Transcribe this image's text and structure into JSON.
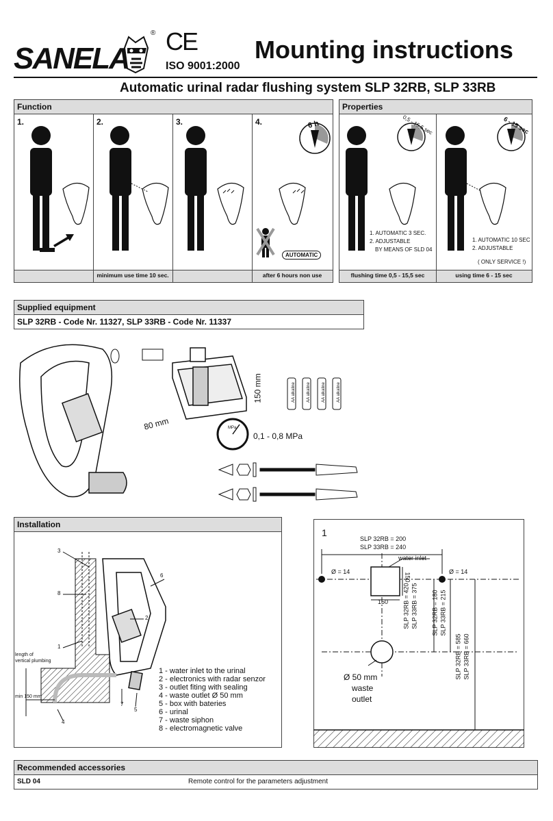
{
  "header": {
    "brand": "SANELA",
    "registered": "®",
    "ce": "CE",
    "iso": "ISO 9001:2000",
    "title": "Mounting instructions",
    "subtitle": "Automatic urinal radar flushing system SLP 32RB, SLP 33RB"
  },
  "function": {
    "heading": "Function",
    "steps": [
      "1.",
      "2.",
      "3.",
      "4."
    ],
    "dial_label": "6 h",
    "automatic_badge": "AUTOMATIC",
    "captions": [
      "",
      "minimum use time 10 sec.",
      "",
      "after 6 hours non use"
    ]
  },
  "properties": {
    "heading": "Properties",
    "panel1": {
      "dial_label": "0,5 - 15,5 sec",
      "lines": [
        "1. AUTOMATIC 3 SEC.",
        "2. ADJUSTABLE",
        "BY MEANS OF  SLD 04"
      ],
      "caption": "flushing time 0,5 - 15,5 sec"
    },
    "panel2": {
      "dial_label": "6 - 15 sec",
      "lines": [
        "1. AUTOMATIC 10 SEC",
        "2. ADJUSTABLE",
        "( ONLY SERVICE !)"
      ],
      "caption": "using time 6 - 15 sec"
    }
  },
  "supplied": {
    "heading": "Supplied equipment",
    "codes": "SLP 32RB - Code Nr. 11327, SLP 33RB - Code Nr. 11337",
    "dim_150": "150 mm",
    "dim_80": "80 mm",
    "pressure": "0,1 - 0,8 MPa",
    "gauge_unit": "MPa",
    "battery_label": "AA alkaline"
  },
  "installation": {
    "heading": "Installation",
    "length_note": [
      "length of",
      "vertical plumbing"
    ],
    "min_note": "min 150 mm",
    "callouts": [
      "1",
      "2",
      "3",
      "4",
      "5",
      "6",
      "7",
      "8"
    ],
    "legend": [
      "1 - water inlet to the urinal",
      "2 - electronics with radar senzor",
      "3 - outlet fiting with sealing",
      "4 - waste outlet Ø 50 mm",
      "5 - box with bateries",
      "6 - urinal",
      "7 - waste siphon",
      "8 - electromagnetic valve"
    ]
  },
  "drawing": {
    "number": "1",
    "width_32": "SLP 32RB = 200",
    "width_33": "SLP 33RB = 240",
    "water_inlet": "water inlet",
    "dia_14": "Ø = 14",
    "box_w": "150",
    "box_h": "150",
    "v_inlet": [
      "SLP 32RB = 420",
      "SLP 33RB = 375"
    ],
    "v_hole": [
      "SLP 32RB = 180",
      "SLP 33RB = 215"
    ],
    "v_floor": [
      "SLP 32RB = 585",
      "SLP 33RB = 660"
    ],
    "waste": [
      "Ø 50 mm",
      "waste",
      "outlet"
    ]
  },
  "accessories": {
    "heading": "Recommended accessories",
    "item": "SLD 04",
    "desc": "Remote control for the parameters adjustment"
  }
}
